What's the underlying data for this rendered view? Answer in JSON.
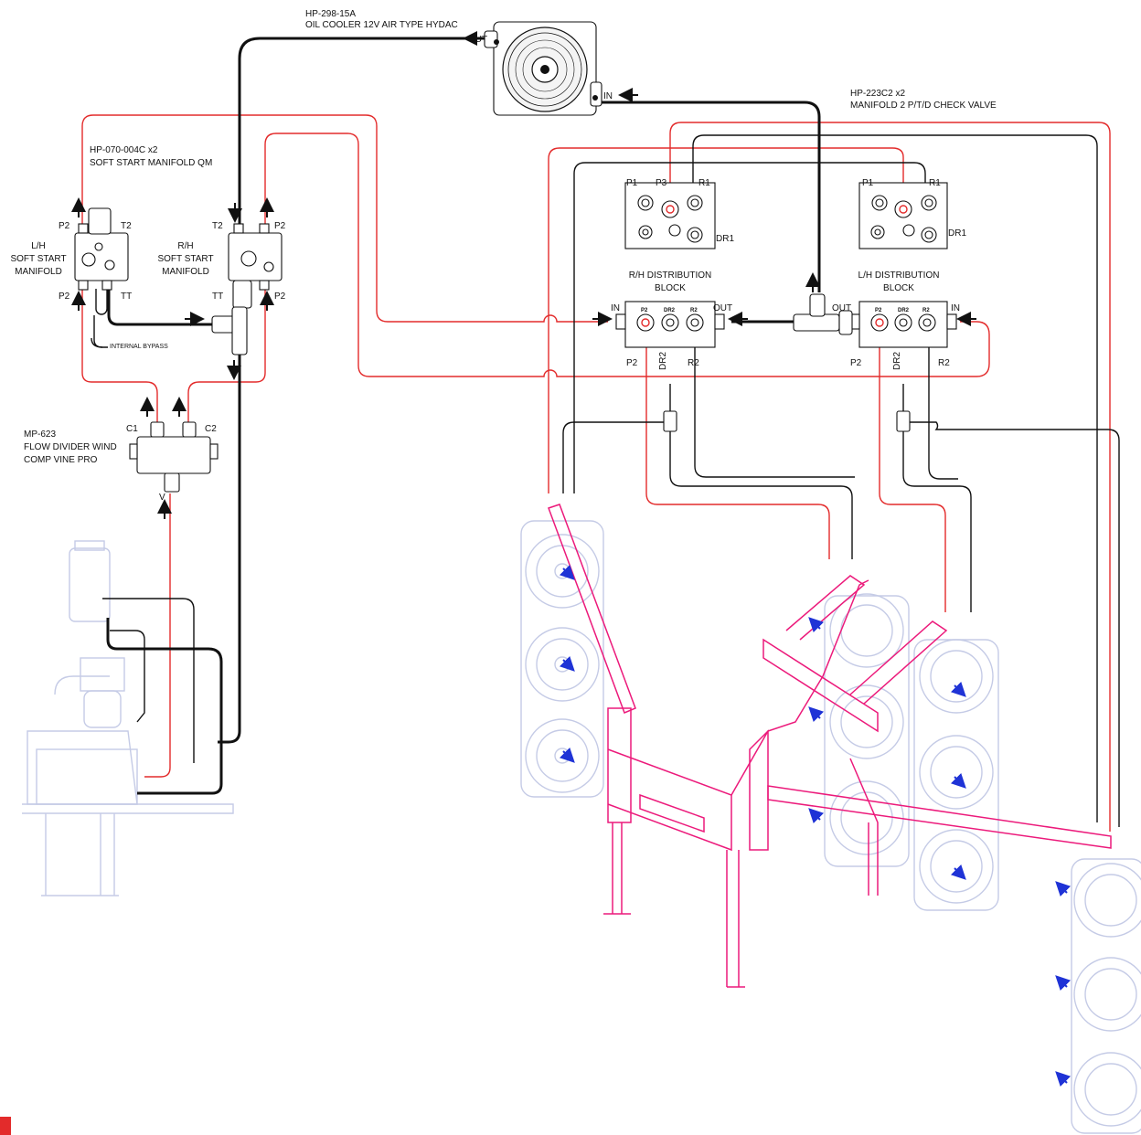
{
  "components": {
    "oil_cooler": {
      "part_no": "HP-298-15A",
      "name": "OIL COOLER 12V AIR TYPE HYDAC",
      "port_out": "OUT",
      "port_in": "IN"
    },
    "check_valve": {
      "part_no": "HP-223C2 x2",
      "name": "MANIFOLD 2 P/T/D CHECK VALVE",
      "ports": {
        "p1": "P1",
        "p3": "P3",
        "r1": "R1",
        "dr1": "DR1"
      }
    },
    "soft_start": {
      "part_no": "HP-070-004C x2",
      "name": "SOFT START MANIFOLD QM"
    },
    "lh_soft_start": {
      "name": "L/H SOFT START MANIFOLD",
      "line1": "L/H",
      "line2": "SOFT START",
      "line3": "MANIFOLD",
      "p2": "P2",
      "t2": "T2",
      "tt": "TT"
    },
    "rh_soft_start": {
      "name": "R/H SOFT START MANIFOLD",
      "line1": "R/H",
      "line2": "SOFT START",
      "line3": "MANIFOLD",
      "p2": "P2",
      "t2": "T2",
      "tt": "TT"
    },
    "internal_bypass": "INTERNAL BYPASS",
    "flow_divider": {
      "part_no": "MP-623",
      "line1": "FLOW DIVIDER WIND",
      "line2": "COMP VINE PRO",
      "c1": "C1",
      "c2": "C2",
      "v": "V"
    },
    "rh_dist_block": {
      "line1": "R/H DISTRIBUTION",
      "line2": "BLOCK",
      "in": "IN",
      "out": "OUT",
      "p2": "P2",
      "dr2": "DR2",
      "r2": "R2"
    },
    "lh_dist_block": {
      "line1": "L/H DISTRIBUTION",
      "line2": "BLOCK",
      "in": "IN",
      "out": "OUT",
      "p2": "P2",
      "dr2": "DR2",
      "r2": "R2"
    }
  },
  "colors": {
    "pressure_line": "#e32b2b",
    "return_line": "#111111",
    "frame": "#ec1a7b",
    "fan_ghost": "#c5cbe6",
    "flow_arrow": "#1f33d6"
  },
  "icons": [
    "oil-cooler-fan-icon",
    "fan-rotation-arrow-icon",
    "flow-direction-arrow-icon"
  ]
}
